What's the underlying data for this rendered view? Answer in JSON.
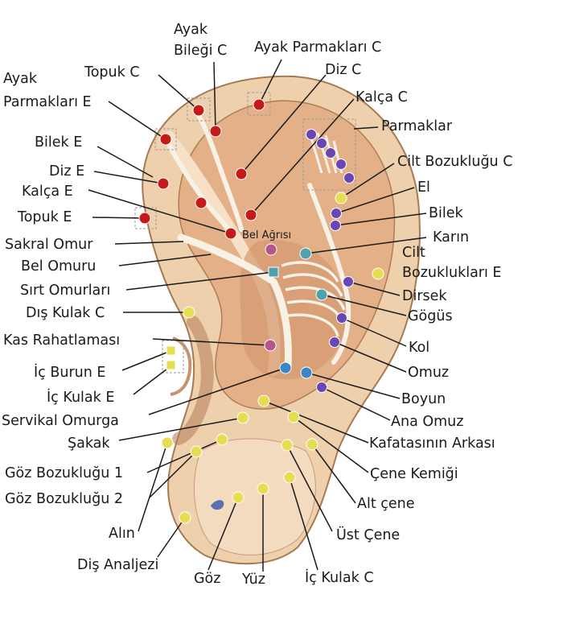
{
  "colors": {
    "red": "#c41a1a",
    "purple": "#6a46b4",
    "blue": "#3a86c4",
    "yellow": "#e6de52",
    "pink": "#b35688",
    "teal": "#4fa0b0",
    "skin": "#eccaa3",
    "skin_dark": "#d4956a"
  },
  "labels": {
    "ayak_bilegi_c": [
      "Ayak",
      "Bileği C"
    ],
    "ayak_parmaklari_c": "Ayak Parmakları C",
    "topuk_c": "Topuk C",
    "diz_c": "Diz C",
    "ayak_parmaklari_e": [
      "Ayak",
      "Parmakları E"
    ],
    "kalca_c": "Kalça C",
    "parmaklar": "Parmaklar",
    "bilek_e": "Bilek E",
    "cilt_bozuklugu_c": "Cilt Bozukluğu C",
    "diz_e": "Diz E",
    "el": "El",
    "kalca_e": "Kalça E",
    "bilek": "Bilek",
    "topuk_e": "Topuk E",
    "bel_agrisi": "Bel Ağrısı",
    "karin": "Karın",
    "sakral_omur": "Sakral Omur",
    "cilt_bozukluklari_e": [
      "Cilt",
      "Bozuklukları E"
    ],
    "bel_omuru": "Bel Omuru",
    "sirt_omurlari": "Sırt Omurları",
    "dirsek": "Dirsek",
    "dis_kulak_c": "Dış Kulak C",
    "gogus": "Gögüs",
    "kas_rahatlamasi": "Kas Rahatlaması",
    "kol": "Kol",
    "ic_burun_e": "İç Burun E",
    "omuz": "Omuz",
    "ic_kulak_e": "İç Kulak E",
    "boyun": "Boyun",
    "servikal_omurga": "Servikal Omurga",
    "ana_omuz": "Ana Omuz",
    "sakak": "Şakak",
    "kafatasinin_arkasi": "Kafatasının Arkası",
    "goz_bozuklugu_1": "Göz Bozukluğu 1",
    "cene_kemigi": "Çene Kemiği",
    "goz_bozuklugu_2": "Göz Bozukluğu 2",
    "alt_cene": "Alt çene",
    "alin": "Alın",
    "ust_cene": "Üst Çene",
    "dis_analjezi": "Diş Analjezi",
    "goz": "Göz",
    "yuz": "Yüz",
    "ic_kulak_c": "İç Kulak C"
  }
}
